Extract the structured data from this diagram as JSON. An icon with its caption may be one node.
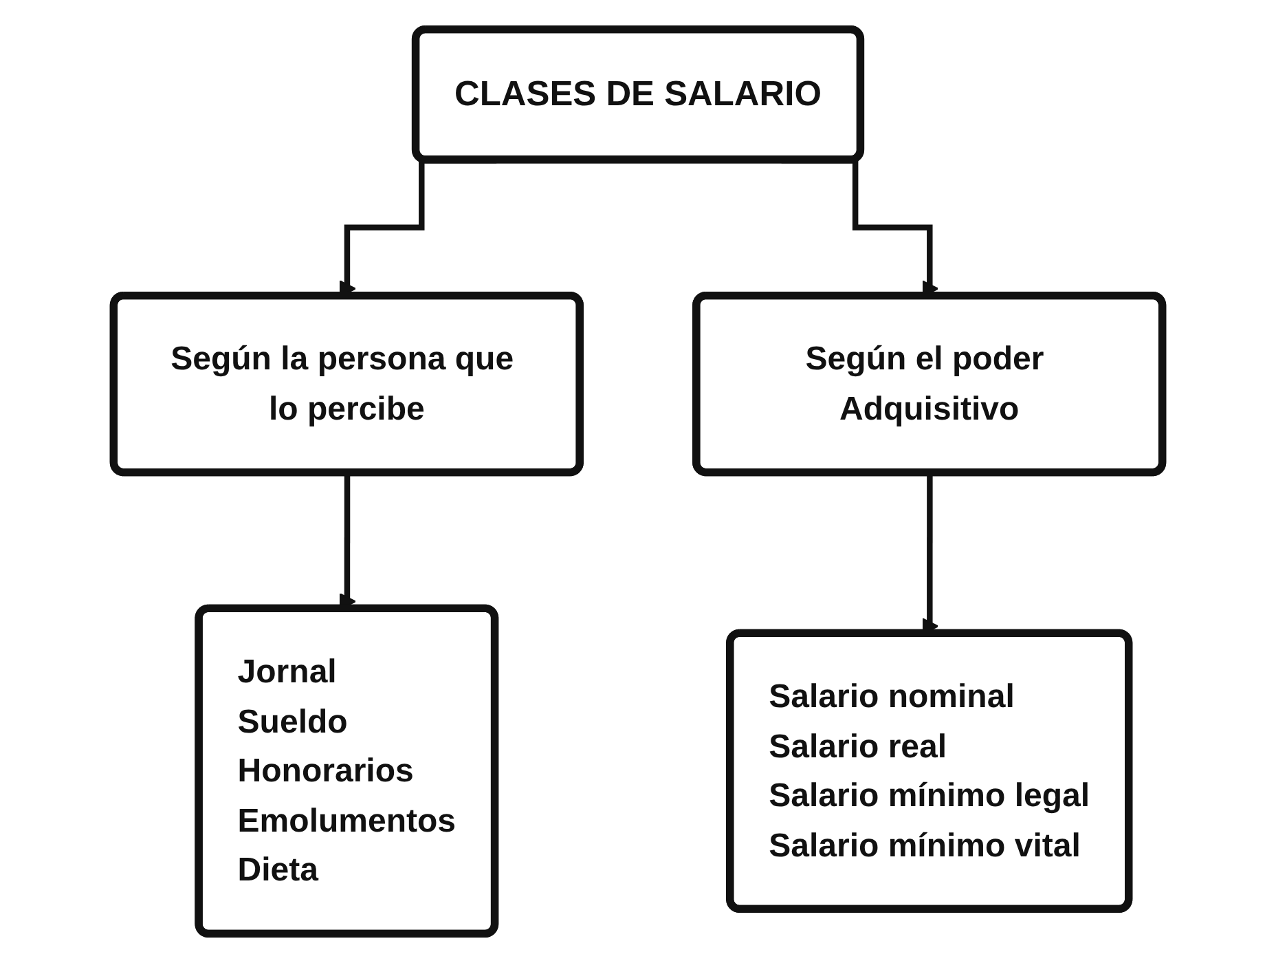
{
  "diagram": {
    "nodes": [
      {
        "text": [
          "CLASES DE SALARIO"
        ]
      },
      {
        "text": [
          "Según la persona que lo percibe"
        ]
      },
      {
        "text": [
          "Según el poder Adquisitivo"
        ]
      },
      {
        "text": [
          "Jornal",
          "Sueldo",
          "Honorarios",
          "Emolumentos",
          "Dieta"
        ]
      },
      {
        "text": [
          "Salario nominal",
          "Salario real",
          "Salario mínimo legal",
          "Salario mínimo vital"
        ]
      }
    ],
    "edges": [
      {
        "from": 0,
        "to": 1,
        "arrow": "to"
      },
      {
        "from": 0,
        "to": 2,
        "arrow": "to"
      },
      {
        "from": 1,
        "to": 3,
        "arrow": "to"
      },
      {
        "from": 2,
        "to": 4,
        "arrow": "to"
      }
    ]
  }
}
